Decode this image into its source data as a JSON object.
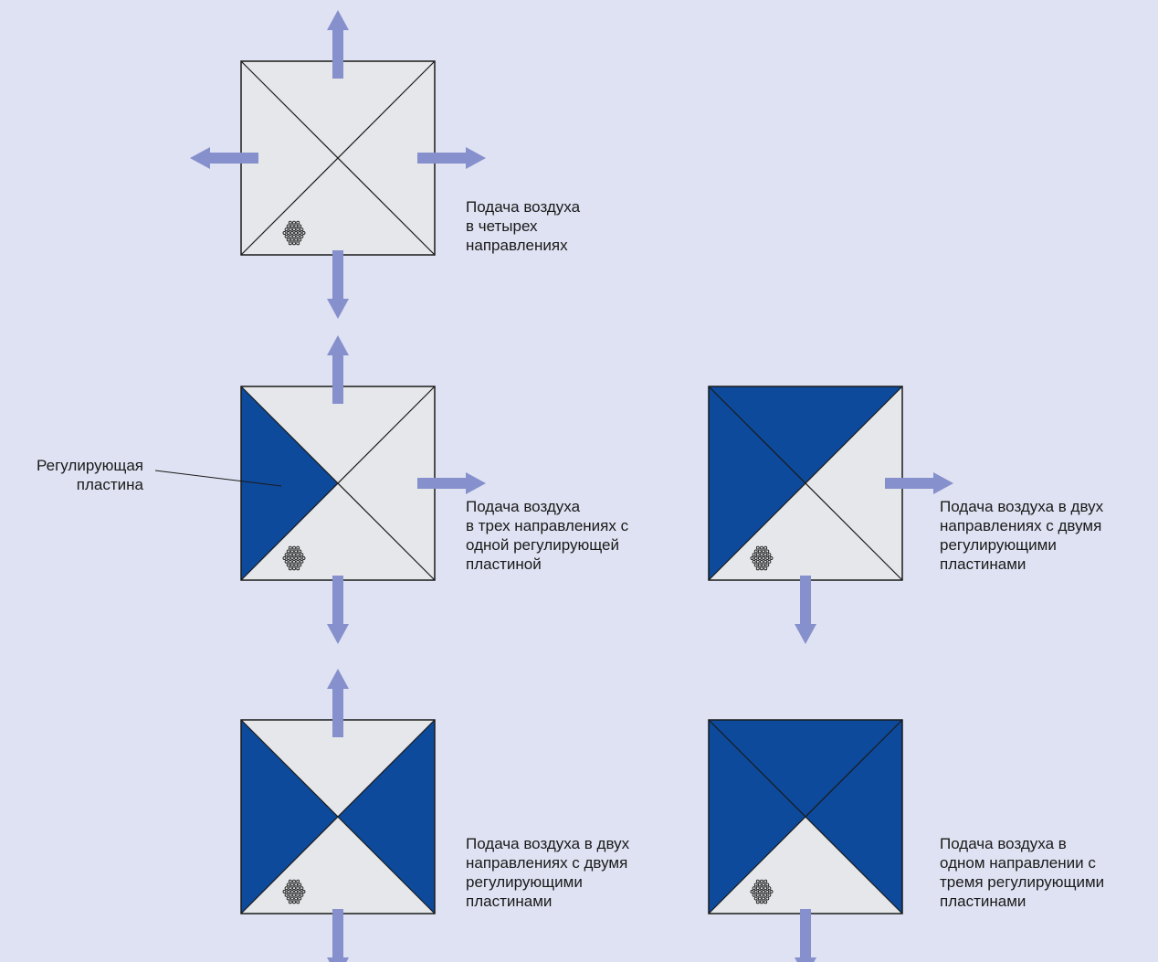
{
  "colors": {
    "background": "#dfe2f2",
    "panel_open": "#e6e7ea",
    "panel_closed": "#0d4a9b",
    "arrow": "#8690cc",
    "line": "#1a1a1a"
  },
  "callout": {
    "label": "Регулирующая\nпластина"
  },
  "units": [
    {
      "id": "four-way",
      "caption": "Подача воздуха\nв четырех\nнаправлениях",
      "closed": [],
      "arrows": [
        "up",
        "right",
        "down",
        "left"
      ]
    },
    {
      "id": "three-way",
      "caption": "Подача воздуха\nв трех направлениях с\nодной регулирующей\nпластиной",
      "closed": [
        "left"
      ],
      "arrows": [
        "up",
        "right",
        "down"
      ]
    },
    {
      "id": "two-way-corner",
      "caption": "Подача воздуха в двух\nнаправлениях с двумя\nрегулирующими\nпластинами",
      "closed": [
        "left",
        "top"
      ],
      "arrows": [
        "right",
        "down"
      ]
    },
    {
      "id": "two-way-opposite",
      "caption": "Подача воздуха в двух\nнаправлениях с двумя\nрегулирующими\nпластинами",
      "closed": [
        "left",
        "right"
      ],
      "arrows": [
        "up",
        "down"
      ]
    },
    {
      "id": "one-way",
      "caption": "Подача воздуха в\nодном направлении с\nтремя регулирующими\nпластинами",
      "closed": [
        "left",
        "top",
        "right"
      ],
      "arrows": [
        "down"
      ]
    }
  ]
}
